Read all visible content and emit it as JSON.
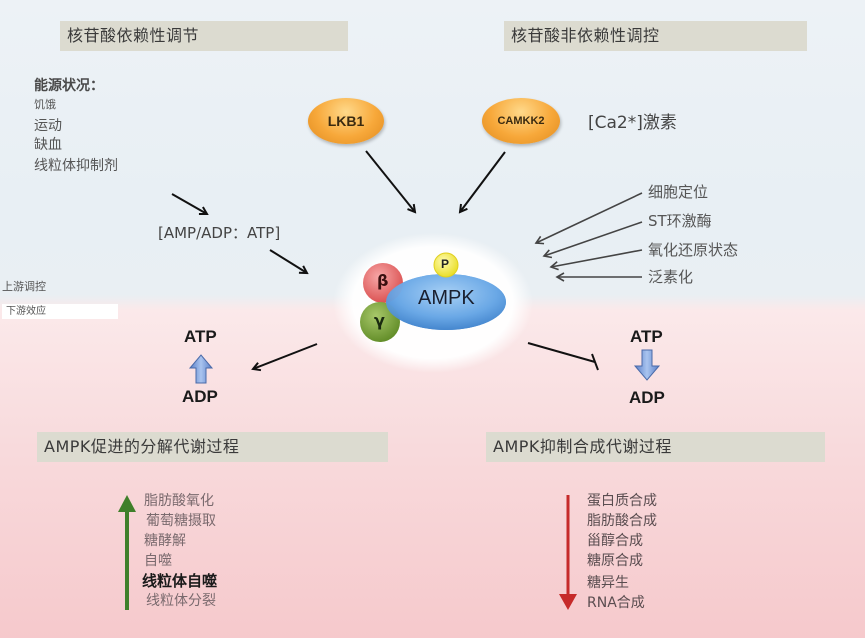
{
  "headers": {
    "nucleotide_dependent": "核苷酸依赖性调节",
    "nucleotide_independent": "核苷酸非依赖性调控",
    "catabolic": "AMPK促进的分解代谢过程",
    "anabolic": "AMPK抑制合成代谢过程"
  },
  "energy_status": {
    "title": "能源状况：",
    "items": [
      "饥饿",
      "运动",
      "缺血",
      "线粒体抑制剂"
    ]
  },
  "ratio_label": "[AMP/ADP：ATP]",
  "side_labels": {
    "upstream": "上游调控",
    "downstream": "下游效应"
  },
  "kinases": {
    "lkb1": "LKB1",
    "camkk2": "CAMKK2",
    "calcium": "[Ca2*]激素"
  },
  "regulators": [
    "细胞定位",
    "ST环激酶",
    "氧化还原状态",
    "泛素化"
  ],
  "ampk_complex": {
    "main": "AMPK",
    "beta": "β",
    "gamma": "γ",
    "phospho": "P"
  },
  "energy_left": {
    "top": "ATP",
    "bottom": "ADP"
  },
  "energy_right": {
    "top": "ATP",
    "bottom": "ADP"
  },
  "catabolic_items": [
    {
      "text": "脂肪酸氧化",
      "bold": false
    },
    {
      "text": "葡萄糖摄取",
      "bold": false
    },
    {
      "text": "糖酵解",
      "bold": false
    },
    {
      "text": "自噬",
      "bold": false
    },
    {
      "text": "线粒体自噬",
      "bold": true
    },
    {
      "text": "线粒体分裂",
      "bold": false
    }
  ],
  "anabolic_items": [
    "蛋白质合成",
    "脂肪酸合成",
    "甾醇合成",
    "糖原合成",
    "糖异生",
    "RNA合成"
  ],
  "colors": {
    "up_arrow": "#3f7f2a",
    "down_arrow": "#c62a2a",
    "ampk_blue": "#6aa8e6",
    "beta_red": "#e86a6a",
    "gamma_green": "#7aa53a",
    "phospho_yellow": "#f5ee3a",
    "kinase_orange": "#f4a53a"
  }
}
